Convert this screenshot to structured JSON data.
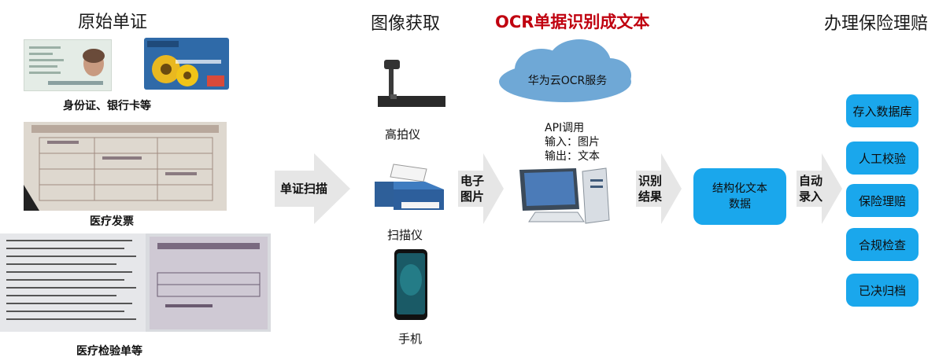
{
  "headings": {
    "original": "原始单证",
    "acquire": "图像获取",
    "ocr": "OCR单据识别成文本",
    "process": "办理保险理赔"
  },
  "documents": {
    "id_bank": "身份证、银行卡等",
    "invoice": "医疗发票",
    "lab": "医疗检验单等"
  },
  "devices": {
    "scanner_high": "高拍仪",
    "scanner": "扫描仪",
    "phone": "手机"
  },
  "arrows": {
    "scan": "单证扫描",
    "e_image": "电子\n图片",
    "recognize": "识别\n结果",
    "auto_entry": "自动\n录入"
  },
  "cloud": {
    "label": "华为云OCR服务"
  },
  "api": {
    "line1": "API调用",
    "line2": "输入：图片",
    "line3": "输出：文本"
  },
  "structured": {
    "line1": "结构化文本",
    "line2": "数据"
  },
  "outcomes": [
    "存入数据库",
    "人工校验",
    "保险理赔",
    "合规检查",
    "已决归档"
  ],
  "colors": {
    "pill": "#1aa7ec",
    "ocr_title": "#c0000f",
    "arrow": "#e6e6e6"
  }
}
